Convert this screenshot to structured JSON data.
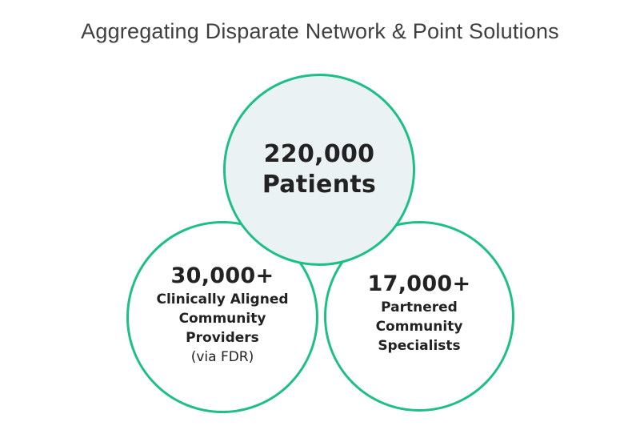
{
  "title": "Aggregating Disparate Network & Point Solutions",
  "colors": {
    "ring": "#1dbf84",
    "top_fill": "#eaf2f4",
    "text": "#222222",
    "title_text": "#3f3f3f"
  },
  "circles": {
    "top": {
      "value": "220,000",
      "label": "Patients"
    },
    "left": {
      "value": "30,000+",
      "lines": [
        "Clinically Aligned",
        "Community",
        "Providers"
      ],
      "note": "(via FDR)"
    },
    "right": {
      "value": "17,000+",
      "lines": [
        "Partnered",
        "Community",
        "Specialists"
      ]
    }
  }
}
